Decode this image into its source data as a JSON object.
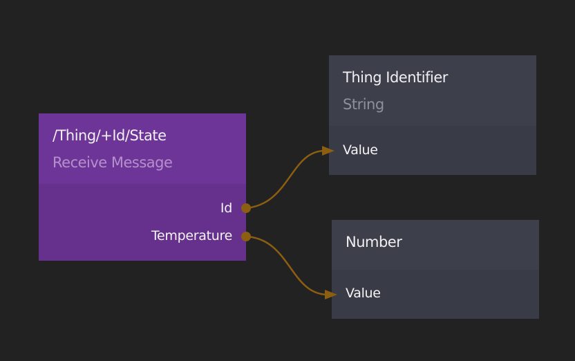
{
  "nodes": [
    {
      "title": "/Thing/+Id/State",
      "subtitle": "Receive Message",
      "outputs": [
        "Id",
        "Temperature"
      ],
      "color": "#6e3598"
    },
    {
      "title": "Thing Identifier",
      "subtitle": "String",
      "inputs": [
        "Value"
      ],
      "color": "#3d404b"
    },
    {
      "title": "Number",
      "inputs": [
        "Value"
      ],
      "color": "#3d404b"
    }
  ],
  "connections": [
    {
      "from": "Id",
      "to": "Thing Identifier.Value"
    },
    {
      "from": "Temperature",
      "to": "Number.Value"
    }
  ],
  "connection_color": "#8c5e12"
}
